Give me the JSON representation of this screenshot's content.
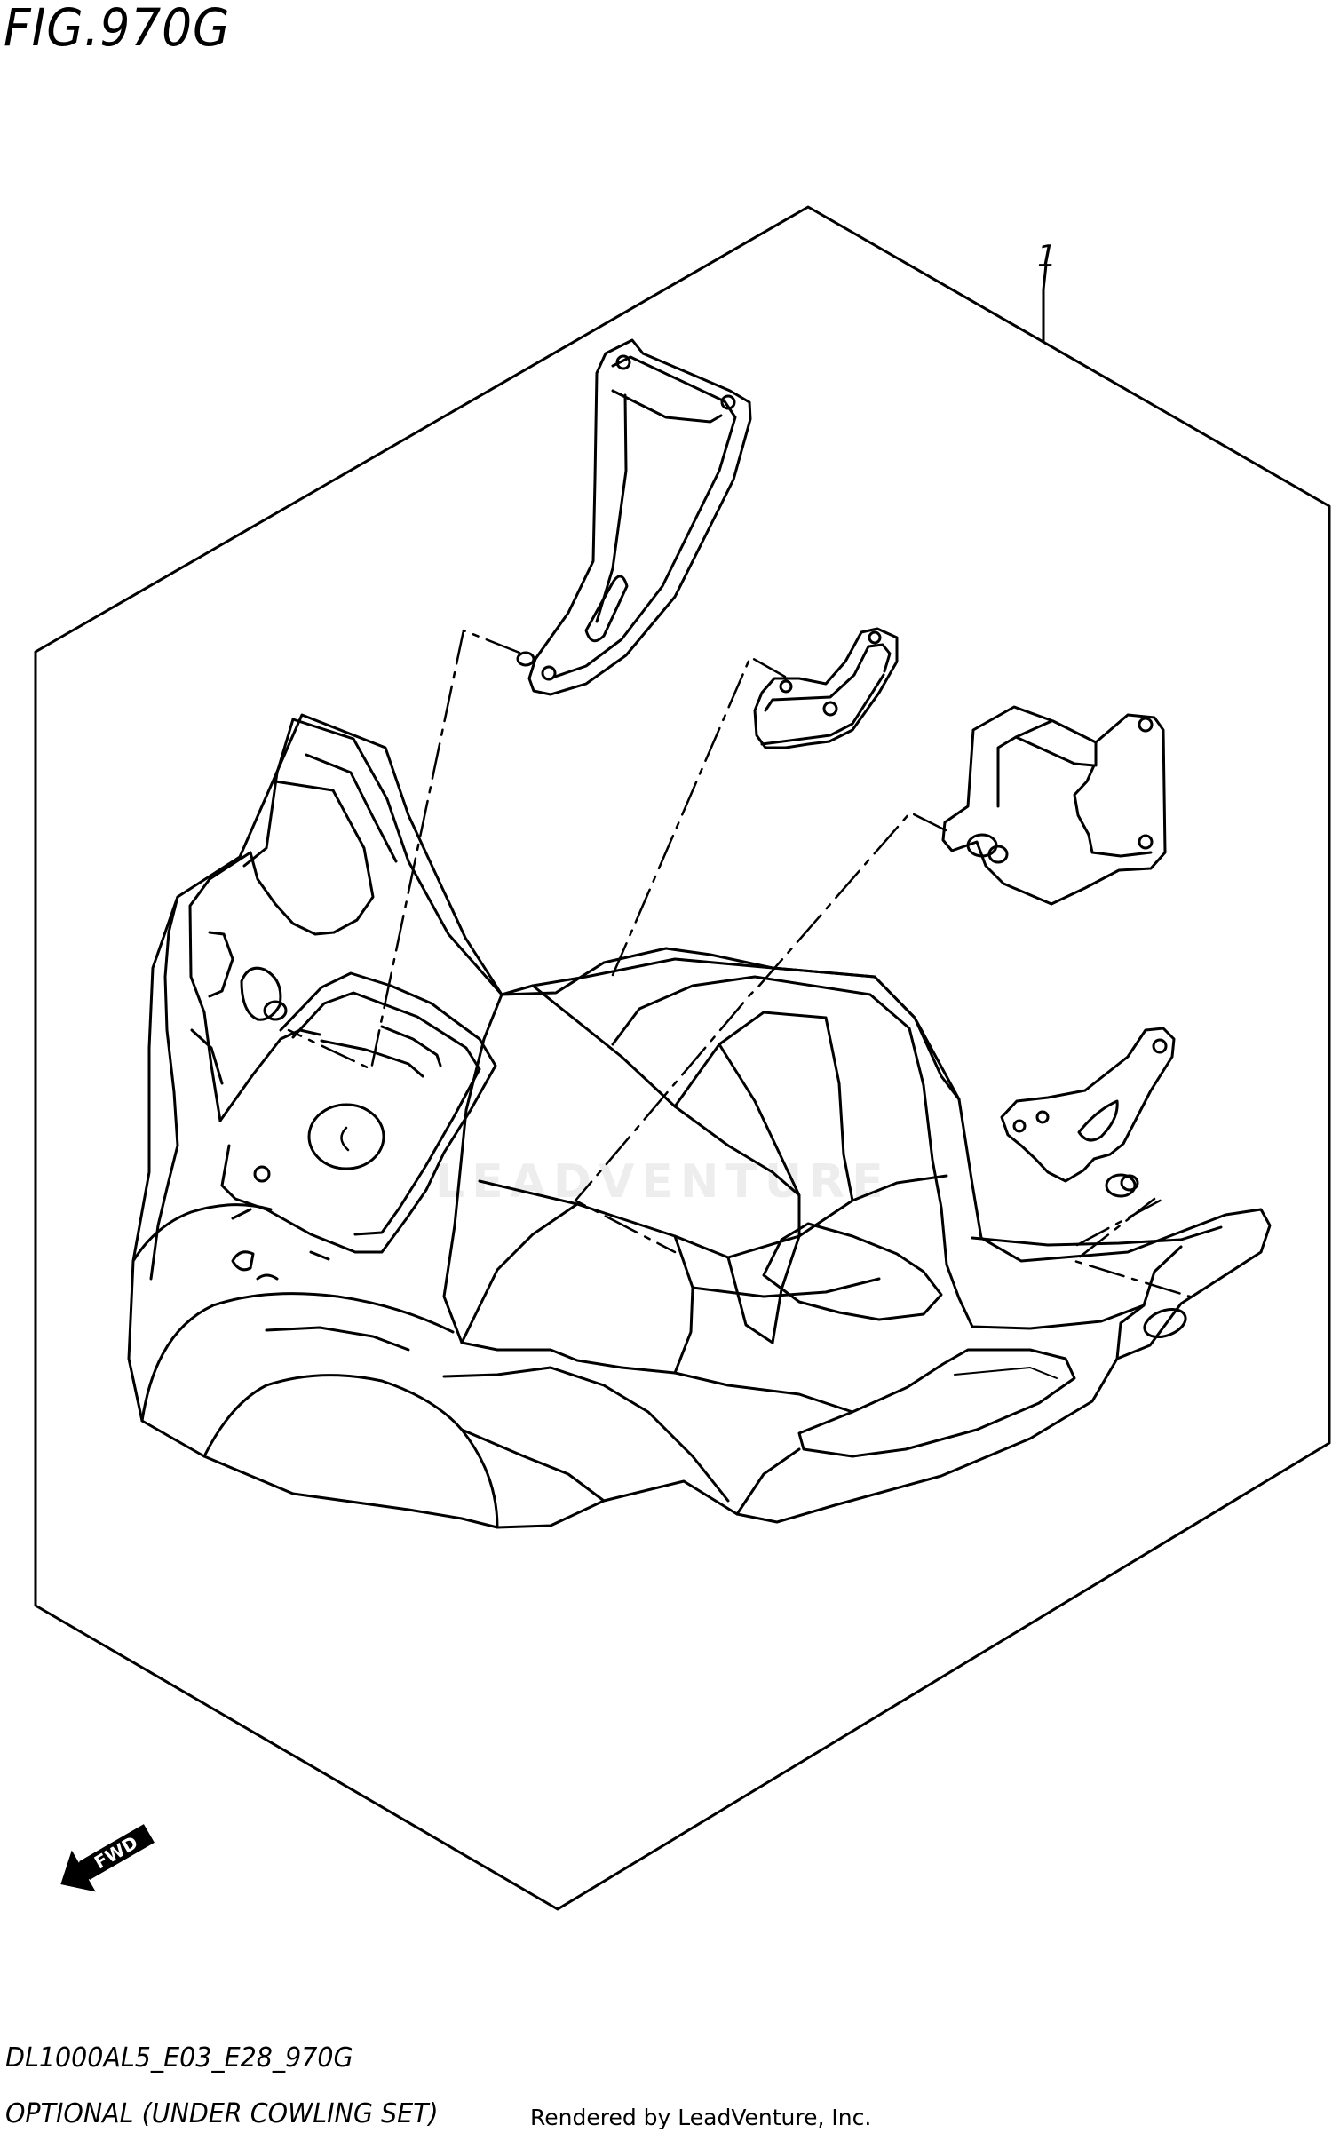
{
  "figure": {
    "title": "FIG.970G",
    "callout_number": "1"
  },
  "watermark": {
    "text": "LEADVENTURE"
  },
  "direction_marker": {
    "label": "FWD"
  },
  "footer": {
    "model_code": "DL1000AL5_E03_E28_970G",
    "caption": "OPTIONAL (UNDER COWLING SET)",
    "credit": "Rendered by LeadVenture, Inc."
  }
}
